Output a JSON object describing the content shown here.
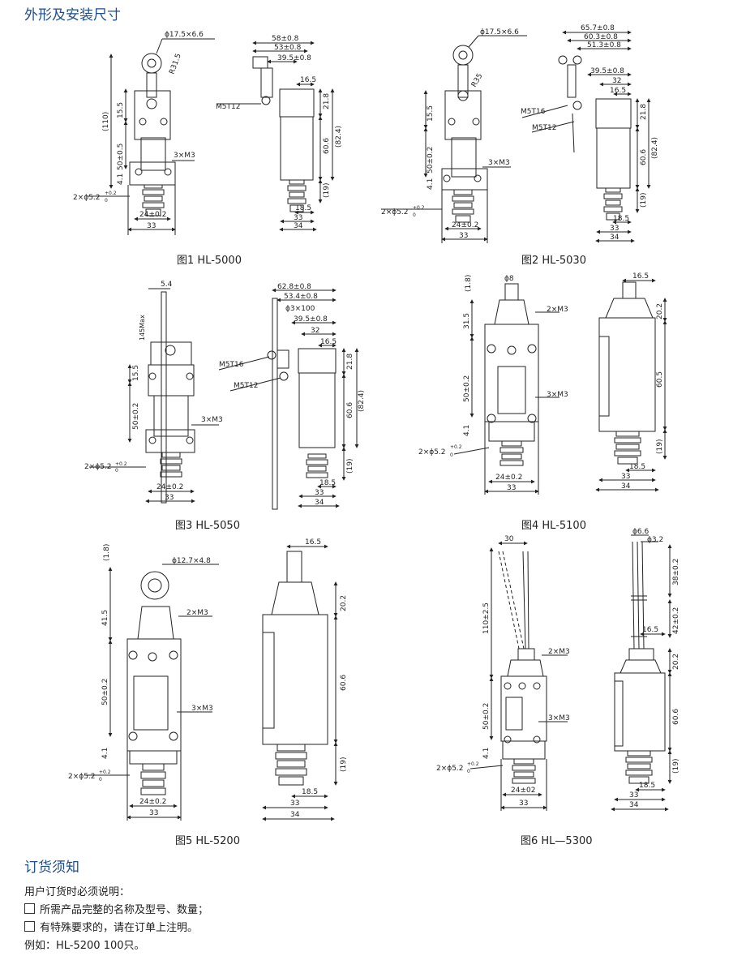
{
  "header": {
    "title": "外形及安装尺寸"
  },
  "figures": [
    {
      "caption": "图1  HL-5000",
      "front": {
        "roller": "ϕ17.5×6.6",
        "radius": "R31.5",
        "height": "(110)",
        "h1": "15.5",
        "h2": "50±0.5",
        "h3": "4.1",
        "screw": "3×M3",
        "holes": "2×ϕ5.2",
        "tol": "+0.2",
        "tol0": "0",
        "w1": "24±0.2",
        "w2": "33"
      },
      "side": {
        "d1": "58±0.8",
        "d2": "53±0.8",
        "d3": "39.5±0.8",
        "d4": "16.5",
        "thread": "M5T12",
        "v1": "21.8",
        "v2": "60.6",
        "v3": "(82.4)",
        "v4": "(19)",
        "b1": "18.5",
        "b2": "33",
        "b3": "34"
      }
    },
    {
      "caption": "图2  HL-5030",
      "front": {
        "roller": "ϕ17.5×6.6",
        "radius": "R35",
        "h1": "15.5",
        "h2": "50±0.2",
        "h3": "4.1",
        "screw": "3×M3",
        "holes": "2×ϕ5.2",
        "tol": "+0.2",
        "tol0": "0",
        "w1": "24±0.2",
        "w2": "33"
      },
      "side": {
        "d1": "65.7±0.8",
        "d2": "60.3±0.8",
        "d3": "51.3±0.8",
        "d4": "39.5±0.8",
        "d5": "32",
        "d6": "16.5",
        "thread1": "M5T16",
        "thread2": "M5T12",
        "v1": "21.8",
        "v2": "60.6",
        "v3": "(82.4)",
        "v4": "(19)",
        "b1": "18.5",
        "b2": "33",
        "b3": "34"
      }
    },
    {
      "caption": "图3 HL-5050",
      "front": {
        "top": "5.4",
        "max": "145Max",
        "h1": "15.5",
        "h2": "50±0.2",
        "screw": "3×M3",
        "holes": "2×ϕ5.2",
        "tol": "+0.2",
        "tol0": "0",
        "w1": "24±0.2",
        "w2": "33"
      },
      "side": {
        "d1": "62.8±0.8",
        "d2": "53.4±0.8",
        "rod": "ϕ3×100",
        "d3": "39.5±0.8",
        "d4": "32",
        "d5": "16.5",
        "thread1": "M5T16",
        "thread2": "M5T12",
        "v1": "21.8",
        "v2": "60.6",
        "v3": "(82.4)",
        "v4": "(19)",
        "b1": "18.5",
        "b2": "33",
        "b3": "34"
      }
    },
    {
      "caption": "图4  HL-5100",
      "front": {
        "top": "(1.8)",
        "dia": "ϕ8",
        "h1": "31.5",
        "screw1": "2×M3",
        "h2": "50±0.2",
        "screw2": "3×M3",
        "h3": "4.1",
        "holes": "2×ϕ5.2",
        "tol": "+0.2",
        "tol0": "0",
        "w1": "24±0.2",
        "w2": "33"
      },
      "side": {
        "d1": "16.5",
        "v1": "20.2",
        "v2": "60.5",
        "v3": "(19)",
        "b1": "18.5",
        "b2": "33",
        "b3": "34"
      }
    },
    {
      "caption": "图5 HL-5200",
      "front": {
        "top": "(1.8)",
        "roller": "ϕ12.7×4.8",
        "h1": "41.5",
        "screw1": "2×M3",
        "h2": "50±0.2",
        "screw2": "3×M3",
        "h3": "4.1",
        "holes": "2×ϕ5.2",
        "tol": "+0.2",
        "tol0": "0",
        "w1": "24±0.2",
        "w2": "33"
      },
      "side": {
        "d1": "16.5",
        "v1": "20.2",
        "v2": "60.6",
        "v3": "(19)",
        "b1": "18.5",
        "b2": "33",
        "b3": "34"
      }
    },
    {
      "caption": "图6  HL—5300",
      "front": {
        "top": "30",
        "h1": "110±2.5",
        "screw1": "2×M3",
        "h2": "50±0.2",
        "screw2": "3×M3",
        "h3": "4.1",
        "holes": "2×ϕ5.2",
        "tol": "+0.2",
        "tol0": "0",
        "w1": "24±02",
        "w2": "33"
      },
      "side": {
        "dia1": "ϕ6.6",
        "dia2": "ϕ3.2",
        "v1": "38±0.2",
        "v2": "42±0.2",
        "d1": "16.5",
        "v3": "20.2",
        "v4": "60.6",
        "v5": "(19)",
        "b1": "18.5",
        "b2": "33",
        "b3": "34"
      }
    }
  ],
  "order": {
    "title": "订货须知",
    "intro": "用户订货时必须说明：",
    "item1": "所需产品完整的名称及型号、数量；",
    "item2": "有特殊要求的，请在订单上注明。",
    "example": "例如：HL-5200   100只。"
  }
}
